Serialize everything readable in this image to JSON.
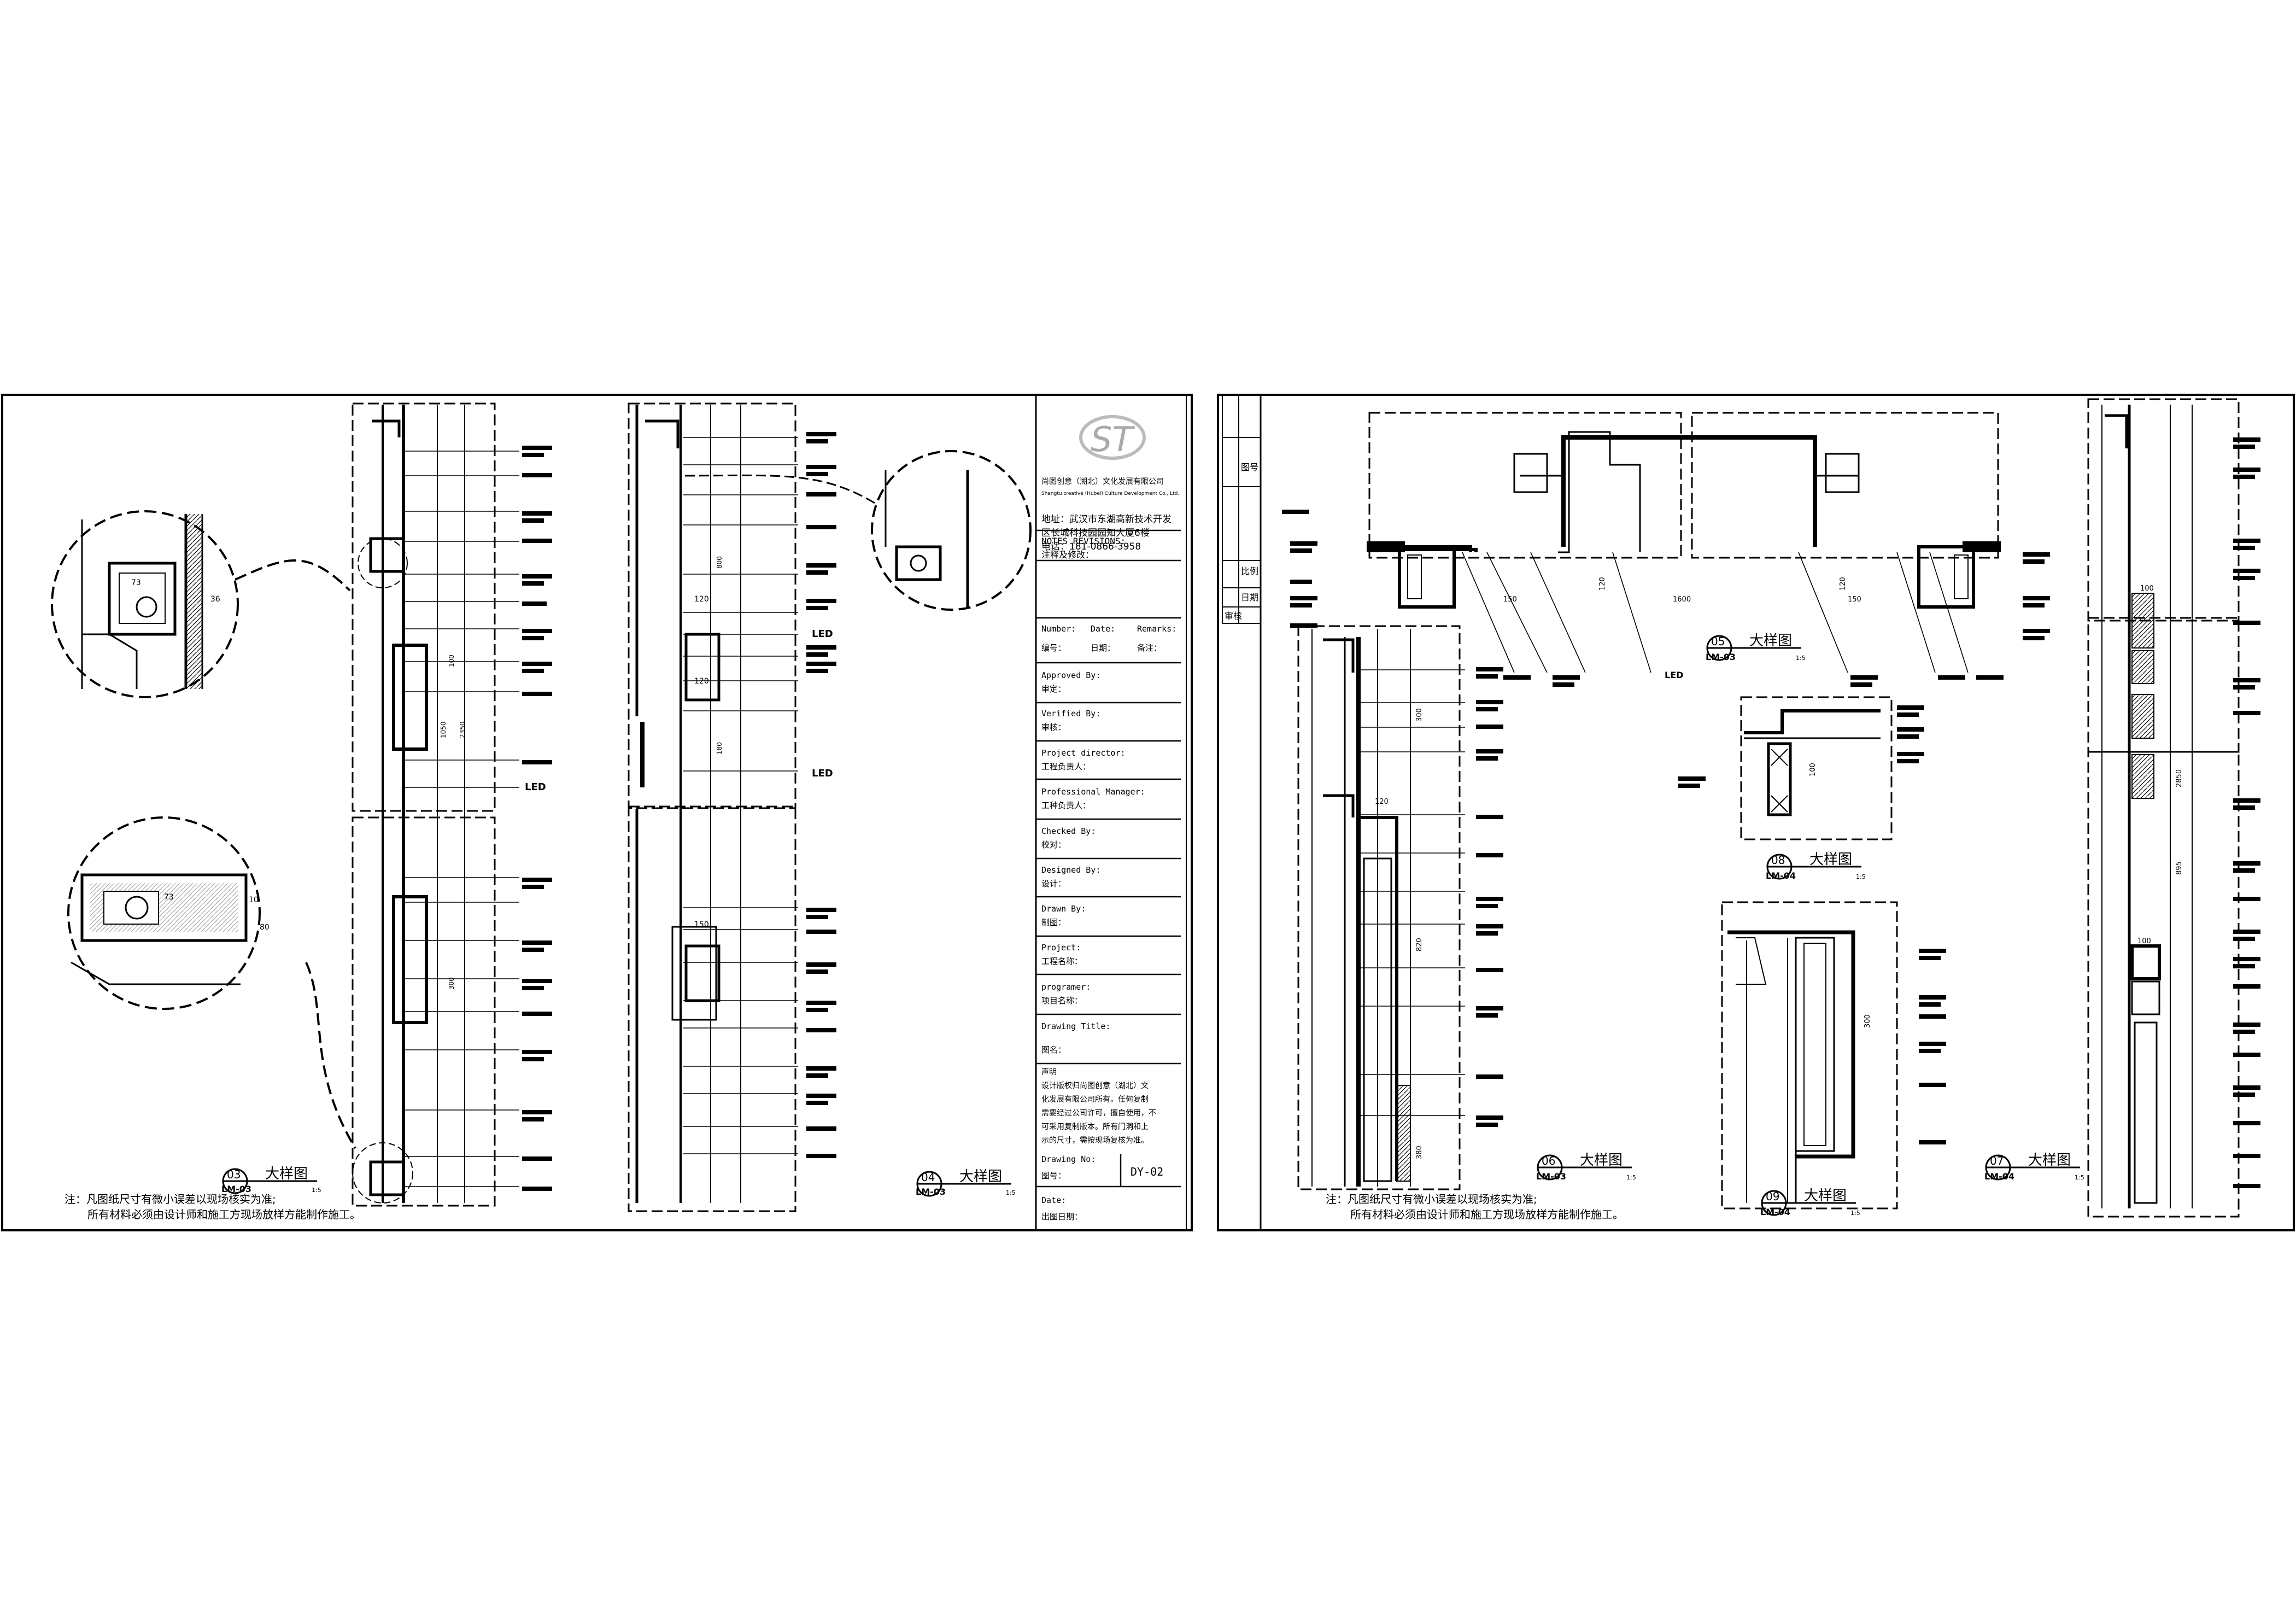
{
  "sheet_left": {
    "company": {
      "logo_text": "ST",
      "name_cn": "尚图创意（湖北）文化发展有限公司",
      "name_en": "Shangtu creative (Hubei) Culture Development Co., Ltd.",
      "address_lines": [
        "地址：武汉市东湖高新技术开发",
        "区长城科技园园知大厦6楼",
        "电话：181-0866-3958"
      ]
    },
    "title_block": {
      "notes": [
        "NOTES  REVISIONS:",
        "注释及修改："
      ],
      "number_row": [
        "Number:",
        "Date:",
        "Remarks:"
      ],
      "number_row_cn": [
        "编号：",
        "日期：",
        "备注："
      ],
      "fields": [
        {
          "en": "Approved By:",
          "cn": "审定："
        },
        {
          "en": "Verified By:",
          "cn": "审核："
        },
        {
          "en": "Project director:",
          "cn": "工程负责人："
        },
        {
          "en": "Professional  Manager:",
          "cn": "工种负责人："
        },
        {
          "en": "Checked By:",
          "cn": "校对："
        },
        {
          "en": "Designed By:",
          "cn": "设计："
        },
        {
          "en": "Drawn By:",
          "cn": "制图："
        },
        {
          "en": "Project:",
          "cn": "工程名称："
        },
        {
          "en": "programer:",
          "cn": "项目名称："
        },
        {
          "en": "Drawing Title:",
          "cn": "图名："
        }
      ],
      "declaration_title": "声明",
      "declaration_lines": [
        "设计版权归尚图创意（湖北）文",
        "化发展有限公司所有。任何复制",
        "需要经过公司许可，擅自使用，不",
        "可采用复制版本。所有门洞和上",
        "示的尺寸，需按现场复核为准。"
      ],
      "drawing_no_en": "Drawing No:",
      "drawing_no_cn": "图号：",
      "drawing_no": "DY-02",
      "date_en": "Date:",
      "date_cn": "出图日期："
    },
    "details": [
      {
        "num": "03",
        "ref": "LM-03",
        "title": "大样图",
        "scale": "1:5"
      },
      {
        "num": "04",
        "ref": "LM-03",
        "title": "大样图",
        "scale": "1:5"
      }
    ],
    "dims": [
      "73",
      "36",
      "73",
      "10",
      "80",
      "120",
      "120",
      "150",
      "180",
      "1050",
      "2350",
      "800",
      "300",
      "100"
    ],
    "labels": [
      "LED",
      "LED",
      "LED"
    ],
    "notes": [
      "注：凡图纸尺寸有微小误差以现场核实为准;",
      "所有材料必须由设计师和施工方现场放样方能制作施工。"
    ]
  },
  "sheet_right": {
    "side_labels": [
      "图号",
      "比例",
      "日期",
      "审核"
    ],
    "details": [
      {
        "num": "05",
        "ref": "LM-03",
        "title": "大样图",
        "scale": "1:5"
      },
      {
        "num": "06",
        "ref": "LM-03",
        "title": "大样图",
        "scale": "1:5"
      },
      {
        "num": "07",
        "ref": "LM-04",
        "title": "大样图",
        "scale": "1:5"
      },
      {
        "num": "08",
        "ref": "LM-04",
        "title": "大样图",
        "scale": "1:5"
      },
      {
        "num": "09",
        "ref": "LM-04",
        "title": "大样图",
        "scale": "1:5"
      }
    ],
    "dims": [
      "120",
      "150",
      "1600",
      "150",
      "120",
      "100",
      "120",
      "820",
      "380",
      "100",
      "300",
      "2850",
      "895",
      "100"
    ],
    "labels": [
      "LED"
    ],
    "notes": [
      "注：凡图纸尺寸有微小误差以现场核实为准;",
      "所有材料必须由设计师和施工方现场放样方能制作施工。"
    ]
  }
}
